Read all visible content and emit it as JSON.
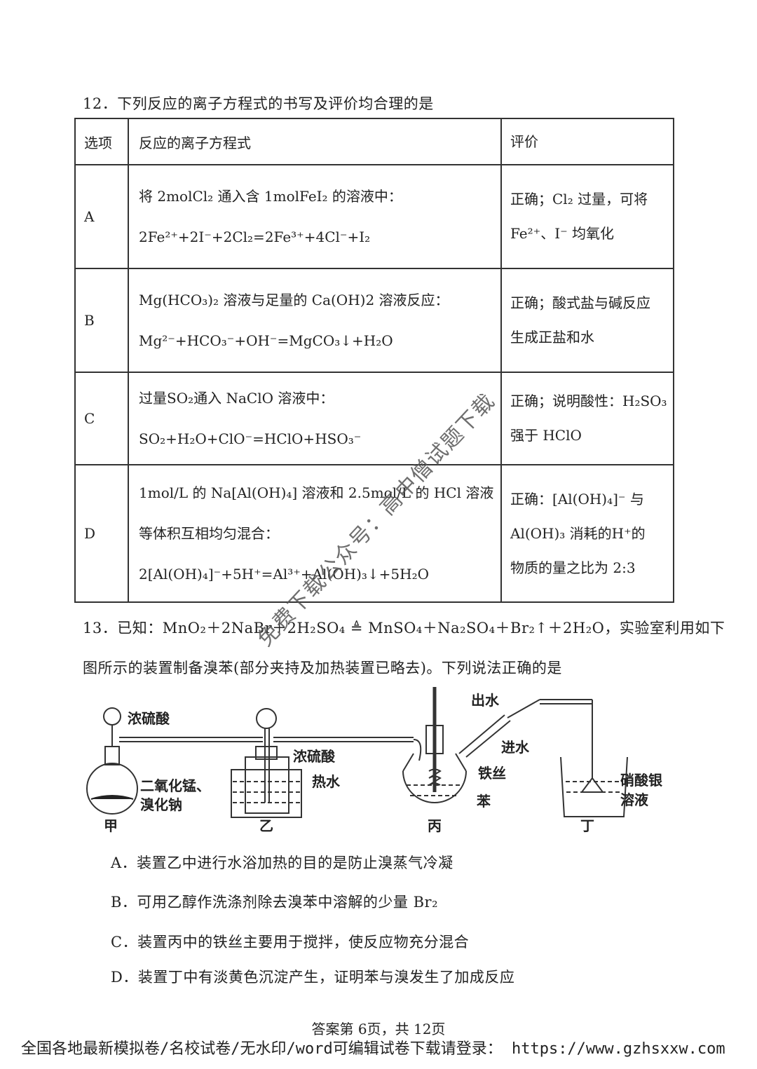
{
  "q12": {
    "title": "12．下列反应的离子方程式的书写及评价均合理的是",
    "header": {
      "option": "选项",
      "equation": "反应的离子方程式",
      "eval": "评价"
    },
    "rows": [
      {
        "label": "A",
        "eq1": "将 2molCl₂ 通入含 1molFeI₂ 的溶液中：",
        "eq2": "2Fe²⁺+2I⁻+2Cl₂=2Fe³⁺+4Cl⁻+I₂",
        "eval1": "正确；Cl₂ 过量，可将",
        "eval2": "Fe²⁺、I⁻ 均氧化"
      },
      {
        "label": "B",
        "eq1": "Mg(HCO₃)₂ 溶液与足量的 Ca(OH)2 溶液反应：",
        "eq2": "Mg²⁻+HCO₃⁻+OH⁻=MgCO₃↓+H₂O",
        "eval1": "正确；酸式盐与碱反应",
        "eval2": "生成正盐和水"
      },
      {
        "label": "C",
        "eq1": "过量SO₂通入 NaClO 溶液中：",
        "eq2": "SO₂+H₂O+ClO⁻=HClO+HSO₃⁻",
        "eval1": "正确；说明酸性：H₂SO₃",
        "eval2": "强于 HClO"
      },
      {
        "label": "D",
        "eq1": "1mol/L 的 Na[Al(OH)₄] 溶液和 2.5mol/L 的 HCl 溶液",
        "eq2": "等体积互相均匀混合：",
        "eq3": "2[Al(OH)₄]⁻+5H⁺=Al³⁺+Al(OH)₃↓+5H₂O",
        "eval1": "正确：[Al(OH)₄]⁻ 与",
        "eval2": "Al(OH)₃ 消耗的H⁺的",
        "eval3": "物质的量之比为 2:3"
      }
    ]
  },
  "q13": {
    "stem1": "13．已知：MnO₂＋2NaBr＋2H₂SO₄ ≜ MnSO₄＋Na₂SO₄＋Br₂↑＋2H₂O，实验室利用如下",
    "stem2": "图所示的装置制备溴苯(部分夹持及加热装置已略去)。下列说法正确的是",
    "figure_labels": {
      "conc_acid1": "浓硫酸",
      "mno2": "二氧化锰、",
      "nabr": "溴化钠",
      "jia": "甲",
      "conc_acid2": "浓硫酸",
      "hot_water": "热水",
      "yi": "乙",
      "water_out": "出水",
      "water_in": "进水",
      "iron_wire": "铁丝",
      "benzene": "苯",
      "bing": "丙",
      "agno3_1": "硝酸银",
      "agno3_2": "溶液",
      "ding": "丁"
    },
    "options": [
      "A．装置乙中进行水浴加热的目的是防止溴蒸气冷凝",
      "B．可用乙醇作洗涤剂除去溴苯中溶解的少量 Br₂",
      "C．装置丙中的铁丝主要用于搅拌，使反应物充分混合",
      "D．装置丁中有淡黄色沉淀产生，证明苯与溴发生了加成反应"
    ]
  },
  "watermark": "免费下载公众号：高中僧试题下载",
  "footer": "答案第 6页，共 12页",
  "bottom_bar": "全国各地最新模拟卷/名校试卷/无水印/word可编辑试卷下载请登录： https://www.gzhsxxw.com"
}
